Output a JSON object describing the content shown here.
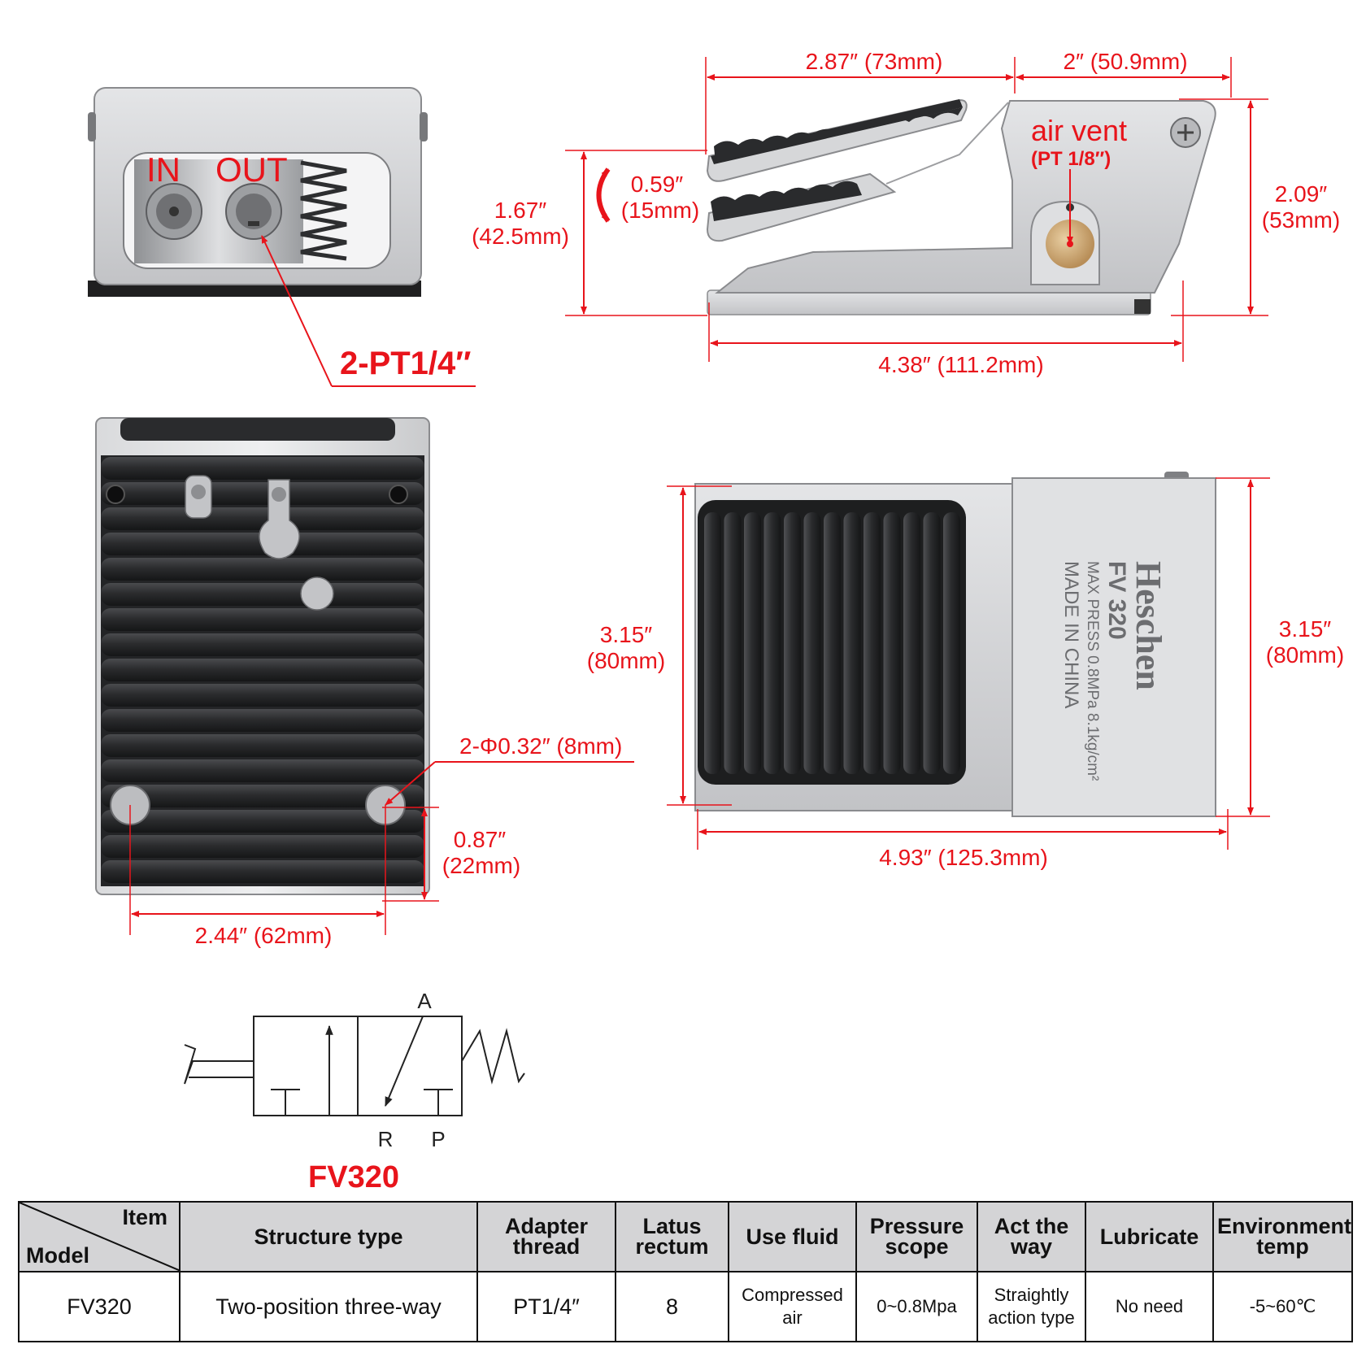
{
  "colors": {
    "accent": "#e8141b",
    "metal": "#c9cacc",
    "rubber": "#2a2b2d",
    "header_bg": "#d4d4d6"
  },
  "front_view": {
    "port_labels": [
      "IN",
      "OUT"
    ],
    "port_callout": "2-PT1/4″"
  },
  "side_view": {
    "top_left_dim": "2.87″ (73mm)",
    "top_right_dim": "2″ (50.9mm)",
    "air_vent_label": "air vent",
    "air_vent_thread": "(PT 1/8″)",
    "stroke_dim": [
      "0.59″",
      "(15mm)"
    ],
    "height_left_dim": [
      "1.67″",
      "(42.5mm)"
    ],
    "height_right_dim": [
      "2.09″",
      "(53mm)"
    ],
    "bottom_dim": "4.38″ (111.2mm)"
  },
  "bottom_view": {
    "hole_callout": "2-Φ0.32″ (8mm)",
    "hole_offset_dim": [
      "0.87″",
      "(22mm)"
    ],
    "hole_spacing_dim": "2.44″ (62mm)"
  },
  "top_view": {
    "brand": "Heschen",
    "model": "FV 320",
    "max_press": "MAX PRESS 0.8MPa 8.1kg/cm²",
    "origin": "MADE IN CHINA",
    "width_left_dim": [
      "3.15″",
      "(80mm)"
    ],
    "width_right_dim": [
      "3.15″",
      "(80mm)"
    ],
    "length_dim": "4.93″ (125.3mm)"
  },
  "symbol": {
    "port_a": "A",
    "port_r": "R",
    "port_p": "P",
    "model_label": "FV320"
  },
  "table": {
    "corner_item": "Item",
    "corner_model": "Model",
    "headers": [
      "Structure type",
      [
        "Adapter",
        "thread"
      ],
      [
        "Latus",
        "rectum"
      ],
      "Use fluid",
      [
        "Pressure",
        "scope"
      ],
      [
        "Act the",
        "way"
      ],
      "Lubricate",
      [
        "Environment",
        "temp"
      ]
    ],
    "row": {
      "model": "FV320",
      "structure": "Two-position three-way",
      "adapter": "PT1/4″",
      "latus": "8",
      "fluid": [
        "Compressed",
        "air"
      ],
      "pressure": "0~0.8Mpa",
      "action": [
        "Straightly",
        "action type"
      ],
      "lubricate": "No need",
      "temp": "-5~60℃"
    }
  }
}
